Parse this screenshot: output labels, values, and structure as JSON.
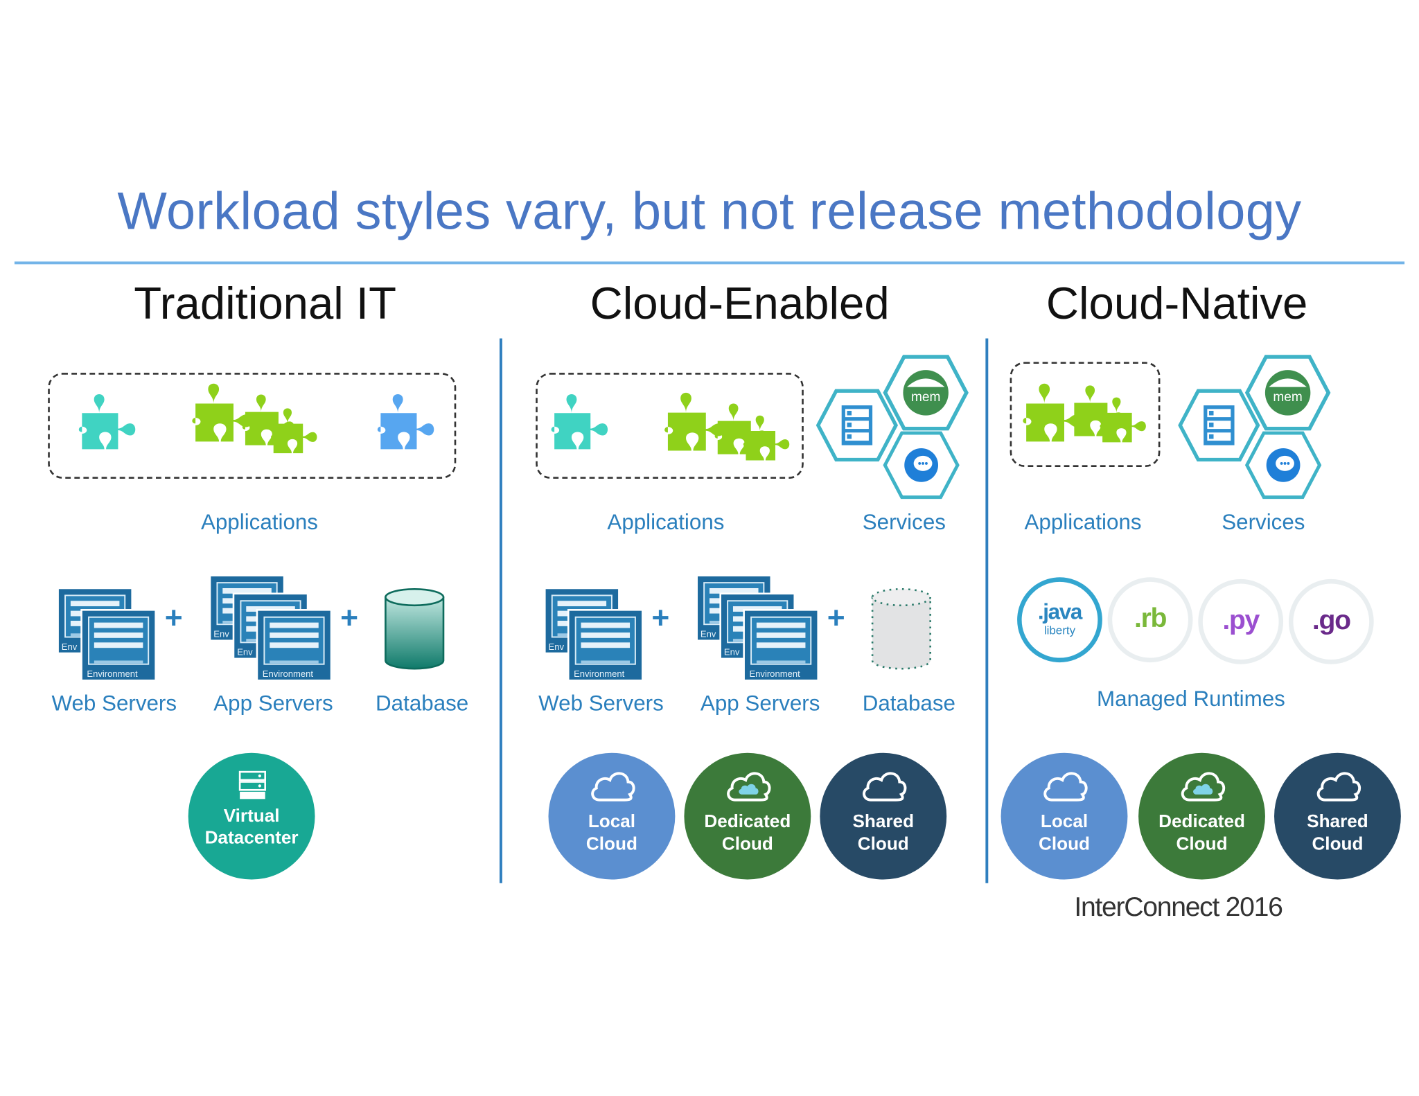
{
  "title": "Workload styles vary, but not release methodology",
  "columns": {
    "traditional": {
      "heading": "Traditional IT",
      "applications_label": "Applications",
      "web_servers_label": "Web Servers",
      "app_servers_label": "App Servers",
      "database_label": "Database",
      "datacenter_label_1": "Virtual",
      "datacenter_label_2": "Datacenter"
    },
    "cloud_enabled": {
      "heading": "Cloud-Enabled",
      "applications_label": "Applications",
      "services_label": "Services",
      "web_servers_label": "Web Servers",
      "app_servers_label": "App Servers",
      "database_label": "Database",
      "local_1": "Local",
      "local_2": "Cloud",
      "dedicated_1": "Dedicated",
      "dedicated_2": "Cloud",
      "shared_1": "Shared",
      "shared_2": "Cloud"
    },
    "cloud_native": {
      "heading": "Cloud-Native",
      "applications_label": "Applications",
      "services_label": "Services",
      "runtimes_label": "Managed Runtimes",
      "runtimes": [
        ".java",
        ".rb",
        ".py",
        ".go"
      ],
      "java_sub": "liberty",
      "local_1": "Local",
      "local_2": "Cloud",
      "dedicated_1": "Dedicated",
      "dedicated_2": "Cloud",
      "shared_1": "Shared",
      "shared_2": "Cloud"
    }
  },
  "server_caption": "Environment",
  "server_caption_short": "Env",
  "service_mem_text": "mem",
  "plus_sign": "+",
  "footer_brand": "InterConnect 2016",
  "colors": {
    "title": "#4a77c4",
    "label": "#2a7fbd",
    "teal_piece": "#40d3c2",
    "green_piece": "#8fd11a",
    "blue_piece": "#57a6f0",
    "local_cloud": "#5b8fd0",
    "dedicated_cloud": "#3c7a3a",
    "shared_cloud": "#274a66",
    "virtual_datacenter": "#18a894"
  }
}
